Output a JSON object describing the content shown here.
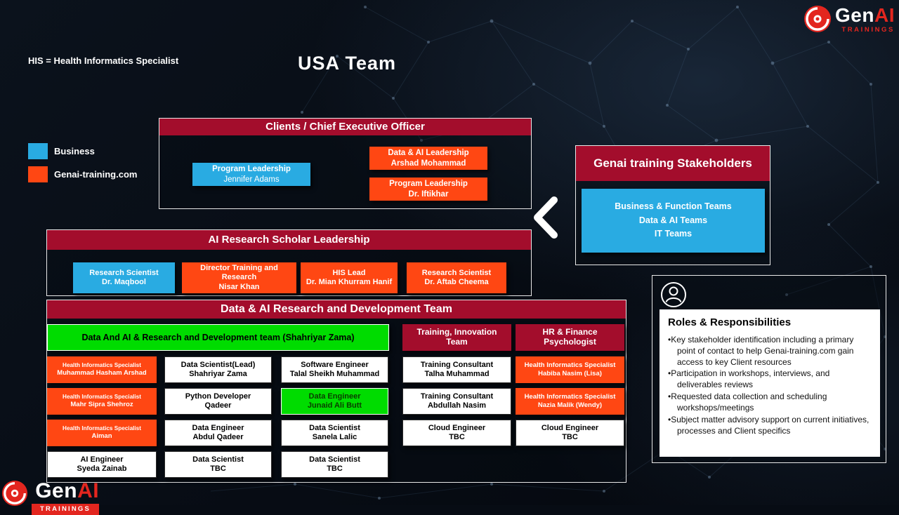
{
  "meta": {
    "abbrev_note": "HIS = Health Informatics Specialist",
    "title": "USA Team"
  },
  "logo": {
    "gen": "Gen",
    "ai": "AI",
    "trainings": "TRAININGS"
  },
  "colors": {
    "crimson": "#A30D2C",
    "business_blue": "#29ABE2",
    "genai_orange": "#FF4713",
    "highlight_green": "#00DC00"
  },
  "legend": {
    "items": [
      {
        "label": "Business"
      },
      {
        "label": "Genai-training.com"
      }
    ]
  },
  "ceo_box": {
    "title": "Clients / Chief Executive Officer",
    "program_leadership_business": {
      "role": "Program Leadership",
      "name": "Jennifer Adams"
    },
    "data_ai_leadership": {
      "role": "Data & AI  Leadership",
      "name": "Arshad Mohammad"
    },
    "program_leadership_genai": {
      "role": "Program Leadership",
      "name": "Dr. Iftikhar"
    }
  },
  "stakeholders": {
    "title": "Genai training Stakeholders",
    "teams": [
      "Business & Function Teams",
      "Data & AI Teams",
      "IT Teams"
    ]
  },
  "scholar_leadership": {
    "title": "AI Research Scholar Leadership",
    "cards": [
      {
        "role": "Research Scientist",
        "name": "Dr. Maqbool"
      },
      {
        "role": "Director Training and Research",
        "name": "Nisar Khan"
      },
      {
        "role": "HIS Lead",
        "name": "Dr. Mian Khurram Hanif"
      },
      {
        "role": "Research Scientist",
        "name": "Dr. Aftab Cheema"
      }
    ]
  },
  "dev_team": {
    "title": "Data & AI Research and Development Team",
    "lead_banner": "Data And  AI & Research and Development team (Shahriyar Zama)",
    "training_header": "Training, Innovation Team",
    "hr_header": "HR & Finance Psychologist",
    "col1": [
      {
        "role": "Health Informatics Specialist",
        "name": "Muhammad Hasham Arshad"
      },
      {
        "role": "Health Informatics Specialist",
        "name": "Mahr Sipra Shehroz"
      },
      {
        "role": "Health Informatics Specialist",
        "name": "Aiman"
      },
      {
        "role": "AI Engineer",
        "name": "Syeda Zainab"
      }
    ],
    "col2": [
      {
        "role": "Data Scientist(Lead)",
        "name": "Shahriyar Zama"
      },
      {
        "role": "Python Developer",
        "name": "Qadeer"
      },
      {
        "role": "Data Engineer",
        "name": "Abdul Qadeer"
      },
      {
        "role": "Data Scientist",
        "name": "TBC"
      }
    ],
    "col3": [
      {
        "role": "Software Engineer",
        "name": "Talal Sheikh Muhammad"
      },
      {
        "role": "Data Engineer",
        "name": "Junaid Ali Butt"
      },
      {
        "role": "Data Scientist",
        "name": "Sanela Lalic"
      },
      {
        "role": "Data Scientist",
        "name": "TBC"
      }
    ],
    "col4": [
      {
        "role": "Training Consultant",
        "name": "Talha Muhammad"
      },
      {
        "role": "Training Consultant",
        "name": "Abdullah Nasim"
      },
      {
        "role": "Cloud Engineer",
        "name": "TBC"
      }
    ],
    "col5": [
      {
        "role": "Health Informatics Specialist",
        "name": "Habiba Nasim (Lisa)"
      },
      {
        "role": "Health Informatics Specialist",
        "name": "Nazia Malik (Wendy)"
      },
      {
        "role": "Cloud Engineer",
        "name": "TBC"
      }
    ]
  },
  "roles_panel": {
    "title": "Roles & Responsibilities",
    "bullets": [
      "Key stakeholder identification including a primary point of contact to help Genai-training.com gain access to key Client  resources",
      "Participation in workshops, interviews, and deliverables reviews",
      "Requested data collection and scheduling workshops/meetings",
      "Subject matter advisory support on current initiatives, processes and Client  specifics"
    ]
  }
}
